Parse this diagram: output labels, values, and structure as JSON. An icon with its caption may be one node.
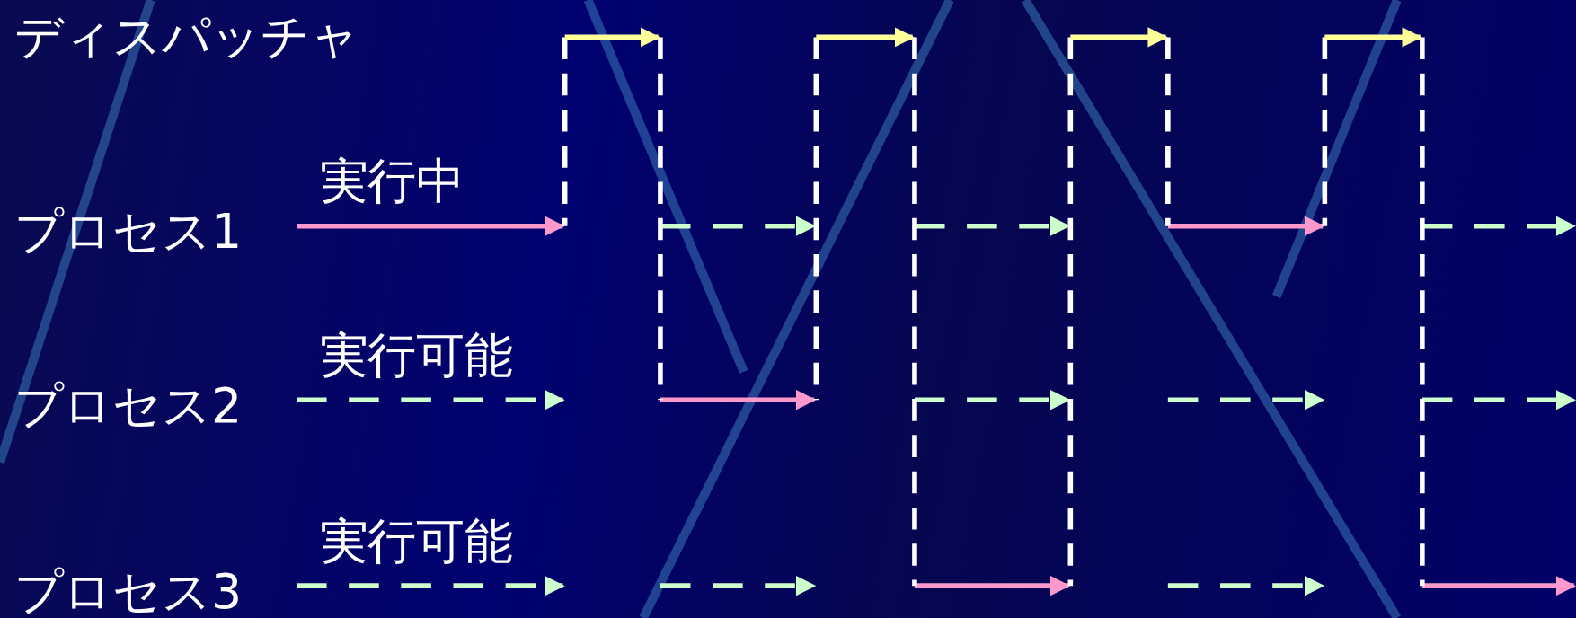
{
  "diagram": {
    "nodes": [
      {
        "text": [
          "プロセス1"
        ]
      },
      {
        "text": [
          "プロセス2"
        ]
      },
      {
        "text": [
          "プロセス3"
        ]
      }
    ],
    "edges": [
      {
        "from": 0,
        "to": null,
        "arrow": "to",
        "label": "実行中",
        "color": "#ff99cc"
      },
      {
        "from": 1,
        "to": null,
        "arrow": "to",
        "label": "実行可能",
        "style": "dashed"
      },
      {
        "from": 2,
        "to": null,
        "arrow": "to",
        "label": "実行可能",
        "style": "dashed"
      }
    ],
    "labels": [
      "ディスパッチャ"
    ]
  }
}
